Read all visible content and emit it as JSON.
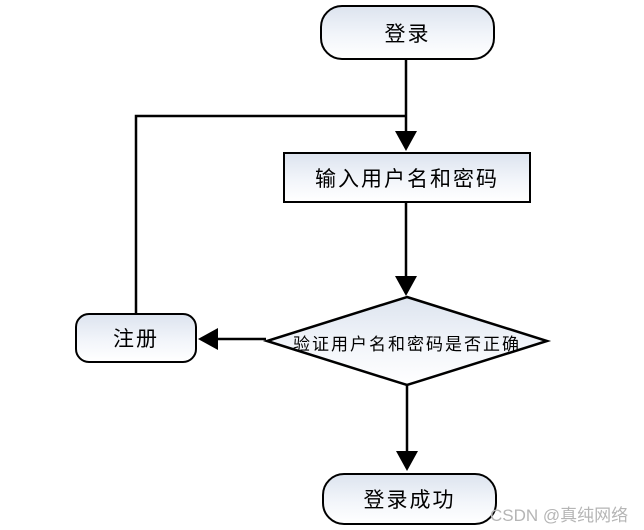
{
  "flowchart": {
    "nodes": {
      "start": {
        "label": "登录",
        "shape": "rounded-rectangle"
      },
      "input": {
        "label": "输入用户名和密码",
        "shape": "rectangle"
      },
      "decision": {
        "label": "验证用户名和密码是否正确",
        "shape": "diamond"
      },
      "register": {
        "label": "注册",
        "shape": "rounded-rectangle"
      },
      "success": {
        "label": "登录成功",
        "shape": "rounded-rectangle"
      }
    },
    "edges": [
      {
        "from": "start",
        "to": "input",
        "style": "arrow-down"
      },
      {
        "from": "register",
        "to": "input",
        "style": "elbow-up-right-joins-start-arrow"
      },
      {
        "from": "input",
        "to": "decision",
        "style": "arrow-down"
      },
      {
        "from": "decision",
        "to": "register",
        "style": "arrow-left"
      },
      {
        "from": "decision",
        "to": "success",
        "style": "arrow-down"
      }
    ]
  },
  "watermark": {
    "text": "CSDN @真纯网络",
    "color": "#b5b5b5"
  },
  "colors": {
    "stroke": "#000000",
    "node_fill_top": "#dde4ef",
    "node_fill_bottom": "#ffffff",
    "background": "#ffffff"
  }
}
